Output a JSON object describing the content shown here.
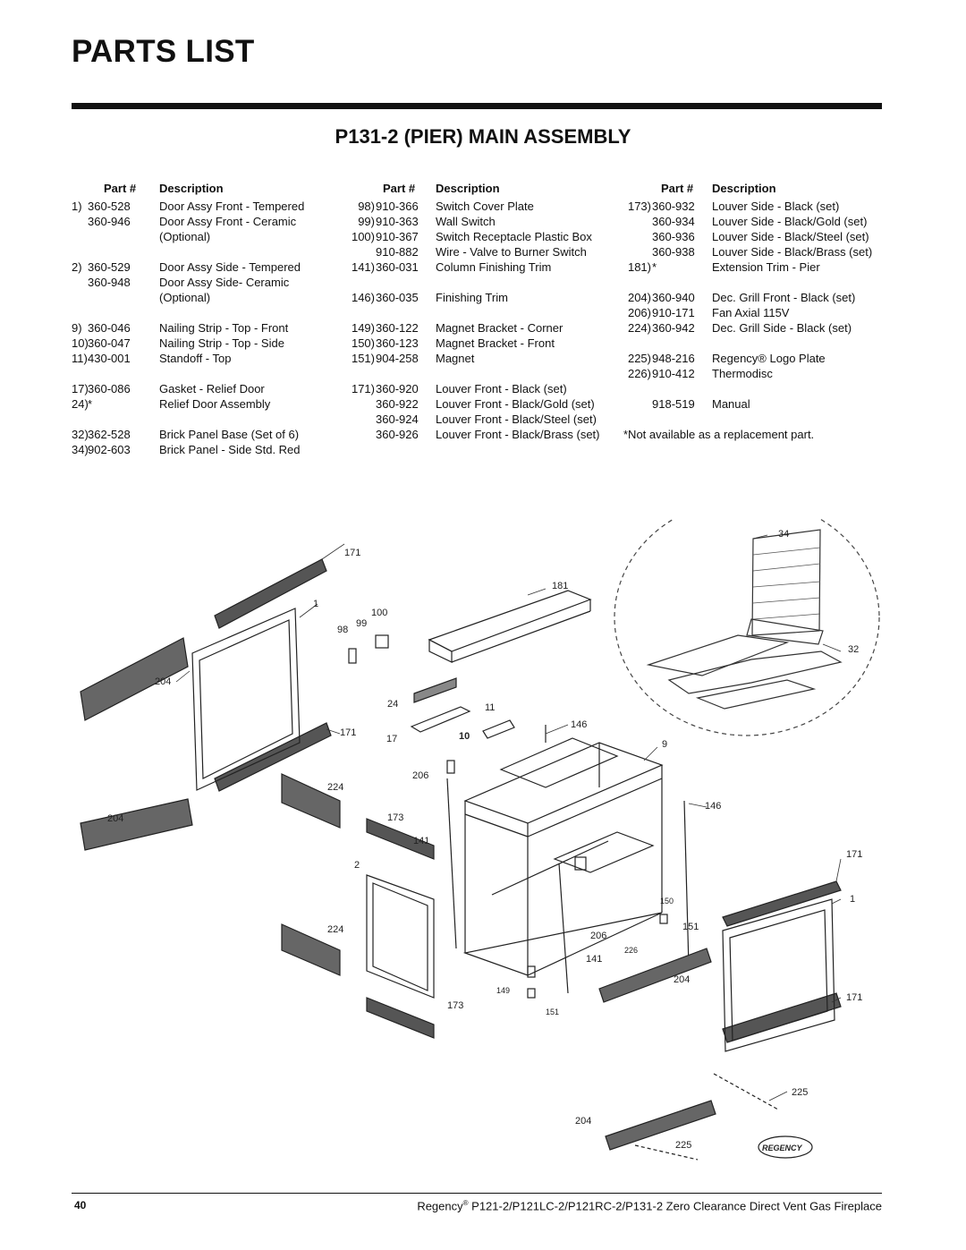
{
  "header": {
    "title": "PARTS LIST",
    "subtitle": "P131-2 (PIER) MAIN ASSEMBLY"
  },
  "columns_header": {
    "part": "Part #",
    "description": "Description"
  },
  "col1": [
    {
      "idx": "1)",
      "part": "360-528",
      "desc": "Door Assy Front - Tempered"
    },
    {
      "idx": "",
      "part": "360-946",
      "desc": "Door Assy Front - Ceramic"
    },
    {
      "idx": "",
      "part": "",
      "desc": "(Optional)"
    },
    {
      "idx": "2)",
      "part": "360-529",
      "desc": "Door Assy Side - Tempered",
      "gap": true
    },
    {
      "idx": "",
      "part": "360-948",
      "desc": "Door Assy Side- Ceramic"
    },
    {
      "idx": "",
      "part": "",
      "desc": "(Optional)"
    },
    {
      "idx": "9)",
      "part": "360-046",
      "desc": "Nailing Strip - Top - Front",
      "gap": true
    },
    {
      "idx": "10)",
      "part": "360-047",
      "desc": "Nailing Strip - Top - Side"
    },
    {
      "idx": "11)",
      "part": "430-001",
      "desc": "Standoff - Top"
    },
    {
      "idx": "17)",
      "part": "360-086",
      "desc": "Gasket - Relief Door",
      "gap": true
    },
    {
      "idx": "24)",
      "part": "*",
      "desc": "Relief Door Assembly"
    },
    {
      "idx": "32)",
      "part": "362-528",
      "desc": "Brick Panel Base (Set of 6)",
      "gap": true
    },
    {
      "idx": "34)",
      "part": "902-603",
      "desc": "Brick Panel - Side Std. Red"
    }
  ],
  "col2": [
    {
      "idx": "98)",
      "part": "910-366",
      "desc": "Switch Cover Plate"
    },
    {
      "idx": "99)",
      "part": "910-363",
      "desc": "Wall Switch"
    },
    {
      "idx": "100)",
      "part": "910-367",
      "desc": "Switch Receptacle Plastic Box"
    },
    {
      "idx": "",
      "part": "910-882",
      "desc": "Wire - Valve to Burner Switch"
    },
    {
      "idx": "141)",
      "part": "360-031",
      "desc": "Column Finishing Trim"
    },
    {
      "idx": "146)",
      "part": "360-035",
      "desc": "Finishing Trim",
      "gap": true
    },
    {
      "idx": "149)",
      "part": "360-122",
      "desc": "Magnet Bracket - Corner",
      "gap": true
    },
    {
      "idx": "150)",
      "part": "360-123",
      "desc": "Magnet Bracket - Front"
    },
    {
      "idx": "151)",
      "part": "904-258",
      "desc": "Magnet"
    },
    {
      "idx": "171)",
      "part": "360-920",
      "desc": "Louver Front - Black (set)",
      "gap": true
    },
    {
      "idx": "",
      "part": "360-922",
      "desc": "Louver Front - Black/Gold (set)"
    },
    {
      "idx": "",
      "part": "360-924",
      "desc": "Louver Front - Black/Steel (set)"
    },
    {
      "idx": "",
      "part": "360-926",
      "desc": "Louver Front - Black/Brass (set)"
    }
  ],
  "col3": [
    {
      "idx": "173)",
      "part": "360-932",
      "desc": "Louver Side - Black (set)"
    },
    {
      "idx": "",
      "part": "360-934",
      "desc": "Louver Side - Black/Gold (set)"
    },
    {
      "idx": "",
      "part": "360-936",
      "desc": "Louver Side - Black/Steel (set)"
    },
    {
      "idx": "",
      "part": "360-938",
      "desc": "Louver Side - Black/Brass (set)"
    },
    {
      "idx": "181)",
      "part": "*",
      "desc": "Extension Trim - Pier"
    },
    {
      "idx": "204)",
      "part": "360-940",
      "desc": "Dec. Grill Front - Black (set)",
      "gap": true
    },
    {
      "idx": "206)",
      "part": "910-171",
      "desc": "Fan Axial 115V"
    },
    {
      "idx": "224)",
      "part": "360-942",
      "desc": "Dec. Grill Side - Black (set)"
    },
    {
      "idx": "225)",
      "part": "948-216",
      "desc": "Regency® Logo Plate",
      "gap": true
    },
    {
      "idx": "226)",
      "part": "910-412",
      "desc": "Thermodisc"
    },
    {
      "idx": "",
      "part": "918-519",
      "desc": "Manual",
      "gap": true
    }
  ],
  "col3_note": "*Not available as a replacement part.",
  "diagram": {
    "callouts": [
      "171",
      "1",
      "100",
      "98",
      "99",
      "181",
      "34",
      "32",
      "204",
      "24",
      "11",
      "146",
      "9",
      "171",
      "17",
      "10",
      "206",
      "224",
      "204",
      "173",
      "141",
      "146",
      "2",
      "171",
      "1",
      "150",
      "151",
      "224",
      "206",
      "226",
      "141",
      "204",
      "149",
      "173",
      "151",
      "171",
      "225",
      "204",
      "225"
    ],
    "logo_text": "REGENCY"
  },
  "footer": {
    "page_number": "40",
    "brand": "Regency",
    "reg_mark": "®",
    "text": " P121-2/P121LC-2/P121RC-2/P131-2 Zero Clearance Direct Vent Gas Fireplace"
  }
}
